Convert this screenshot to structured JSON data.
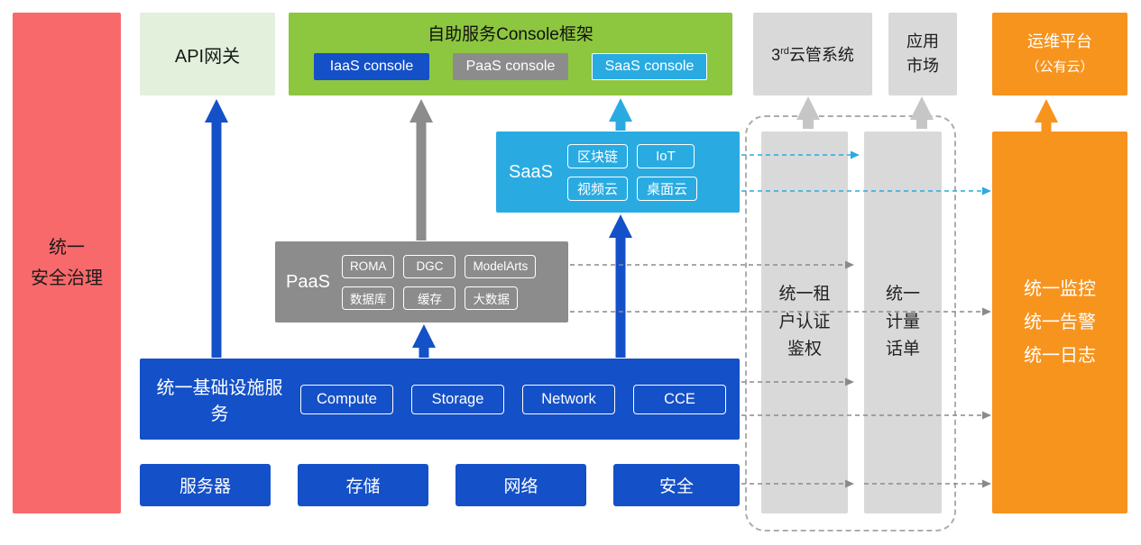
{
  "colors": {
    "security_red": "#F8696B",
    "api_pale_green": "#E2F0DC",
    "console_green": "#8DC63F",
    "iaas_blue": "#1450C8",
    "paas_gray": "#8C8C8C",
    "panel_light_gray": "#D9D9D9",
    "saas_cyan": "#29ABE2",
    "om_orange": "#F7941E"
  },
  "security_bar": {
    "label": "统一\n安全治理"
  },
  "api_gateway": {
    "label": "API网关"
  },
  "console_frame": {
    "title": "自助服务Console框架",
    "consoles": [
      {
        "label": "IaaS console"
      },
      {
        "label": "PaaS console"
      },
      {
        "label": "SaaS console"
      }
    ]
  },
  "third_cloud": {
    "prefix": "3",
    "sup": "rd",
    "suffix": "云管系统"
  },
  "app_market": {
    "label": "应用\n市场"
  },
  "om_platform": {
    "line1": "运维平台",
    "line2": "（公有云）"
  },
  "saas": {
    "label": "SaaS",
    "items": [
      "区块链",
      "IoT",
      "视频云",
      "桌面云"
    ]
  },
  "paas": {
    "label": "PaaS",
    "items": [
      "ROMA",
      "DGC",
      "ModelArts",
      "数据库",
      "缓存",
      "大数据"
    ]
  },
  "iaas": {
    "label": "统一基础设施服务",
    "items": [
      "Compute",
      "Storage",
      "Network",
      "CCE"
    ]
  },
  "hardware": {
    "items": [
      "服务器",
      "存储",
      "网络",
      "安全"
    ]
  },
  "auth_bar": {
    "label": "统一租\n户认证\n鉴权"
  },
  "metering_bar": {
    "label": "统一\n计量\n话单"
  },
  "monitor_bar": {
    "label": "统一监控\n统一告警\n统一日志"
  }
}
